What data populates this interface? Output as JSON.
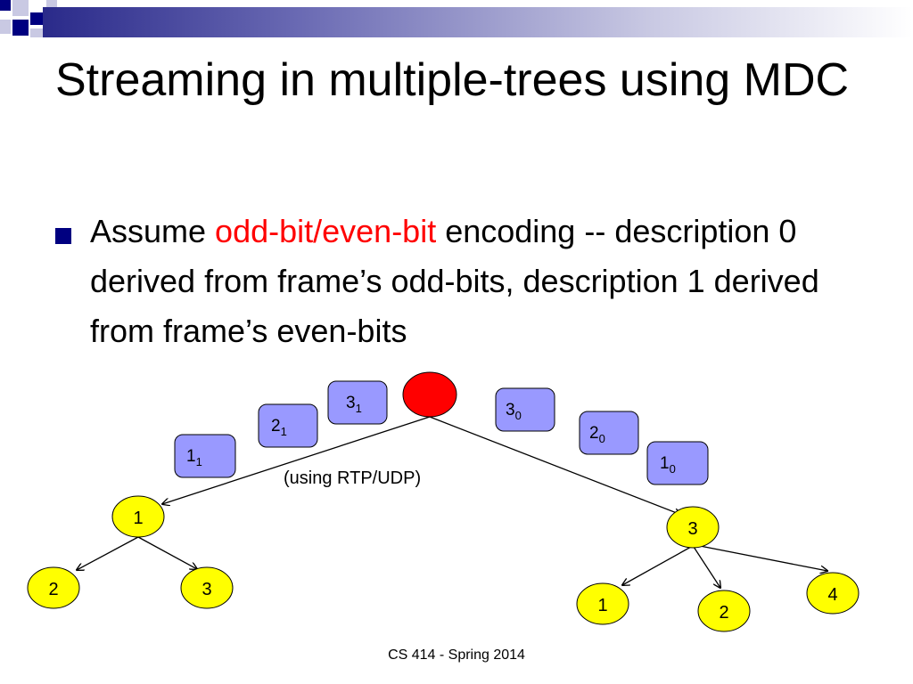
{
  "slide": {
    "title": "Streaming in multiple-trees using MDC",
    "bullet": {
      "lead": "Assume ",
      "highlight": "odd-bit/even-bit",
      "rest": " encoding -- description 0 derived from frame’s odd-bits, description 1 derived from frame’s even-bits"
    },
    "footer": "CS 414 - Spring 2014"
  },
  "colors": {
    "accent": "#000080",
    "highlight": "#ff0000",
    "node": "#ffff00",
    "packet": "#9999ff",
    "root": "#ff0000"
  },
  "diagram": {
    "transport_label": "(using RTP/UDP)",
    "packets": [
      {
        "id": "p31",
        "main": "3",
        "sub": "1"
      },
      {
        "id": "p21",
        "main": "2",
        "sub": "1"
      },
      {
        "id": "p11",
        "main": "1",
        "sub": "1"
      },
      {
        "id": "p30",
        "main": "3",
        "sub": "0"
      },
      {
        "id": "p20",
        "main": "2",
        "sub": "0"
      },
      {
        "id": "p10",
        "main": "1",
        "sub": "0"
      }
    ],
    "nodes": [
      {
        "id": "root",
        "label": ""
      },
      {
        "id": "L1",
        "label": "1"
      },
      {
        "id": "L2",
        "label": "2"
      },
      {
        "id": "L3",
        "label": "3"
      },
      {
        "id": "R3",
        "label": "3"
      },
      {
        "id": "R1",
        "label": "1"
      },
      {
        "id": "R2",
        "label": "2"
      },
      {
        "id": "R4",
        "label": "4"
      }
    ]
  }
}
